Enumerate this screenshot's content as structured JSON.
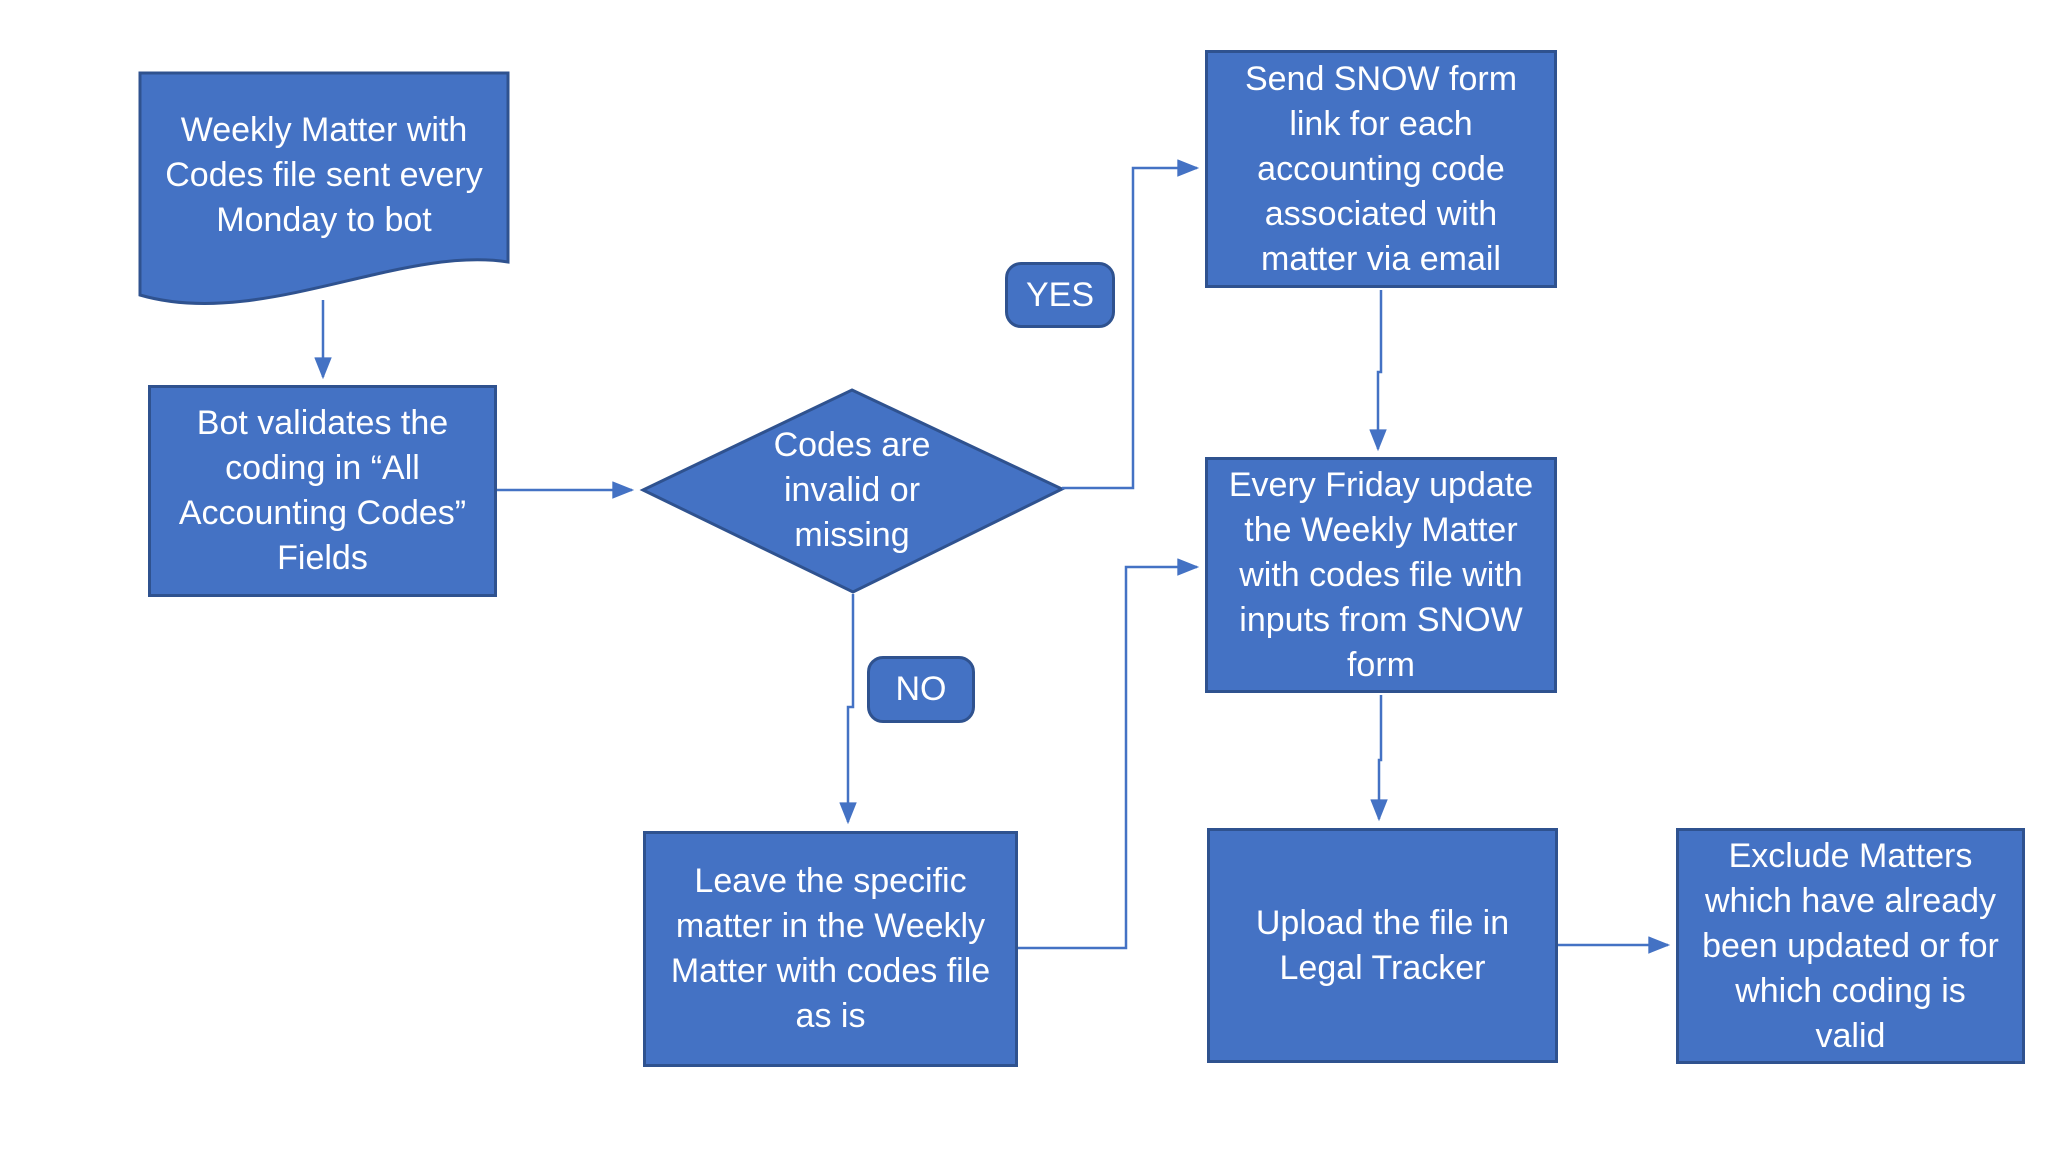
{
  "diagram": {
    "type": "flowchart",
    "background": "#ffffff",
    "colors": {
      "shape_fill": "#4472C4",
      "shape_border": "#2F528F",
      "connector": "#4472C4",
      "text": "#ffffff"
    },
    "nodes": {
      "document": {
        "shape": "document",
        "label": "Weekly Matter with\nCodes file sent every\nMonday to bot"
      },
      "validate": {
        "shape": "process",
        "label": "Bot validates the\ncoding in “All\nAccounting Codes”\nFields"
      },
      "decision": {
        "shape": "decision",
        "label": "Codes are\ninvalid or\nmissing"
      },
      "send_snow": {
        "shape": "process",
        "label": "Send SNOW form\nlink for each\naccounting code\nassociated with\nmatter via email"
      },
      "friday_update": {
        "shape": "process",
        "label": "Every Friday update\nthe Weekly Matter\nwith codes file with\ninputs from SNOW\nform"
      },
      "leave_matter": {
        "shape": "process",
        "label": "Leave the specific\nmatter in the Weekly\nMatter with codes file\nas is"
      },
      "upload": {
        "shape": "process",
        "label": "Upload the file in\nLegal Tracker"
      },
      "exclude": {
        "shape": "process",
        "label": "Exclude Matters\nwhich have already\nbeen updated or for\nwhich coding is\nvalid"
      }
    },
    "edge_labels": {
      "yes": "YES",
      "no": "NO"
    },
    "edges": [
      {
        "from": "document",
        "to": "validate",
        "label": ""
      },
      {
        "from": "validate",
        "to": "decision",
        "label": ""
      },
      {
        "from": "decision",
        "to": "send_snow",
        "label": "YES"
      },
      {
        "from": "decision",
        "to": "leave_matter",
        "label": "NO"
      },
      {
        "from": "send_snow",
        "to": "friday_update",
        "label": ""
      },
      {
        "from": "leave_matter",
        "to": "friday_update",
        "label": ""
      },
      {
        "from": "friday_update",
        "to": "upload",
        "label": ""
      },
      {
        "from": "upload",
        "to": "exclude",
        "label": ""
      }
    ]
  }
}
